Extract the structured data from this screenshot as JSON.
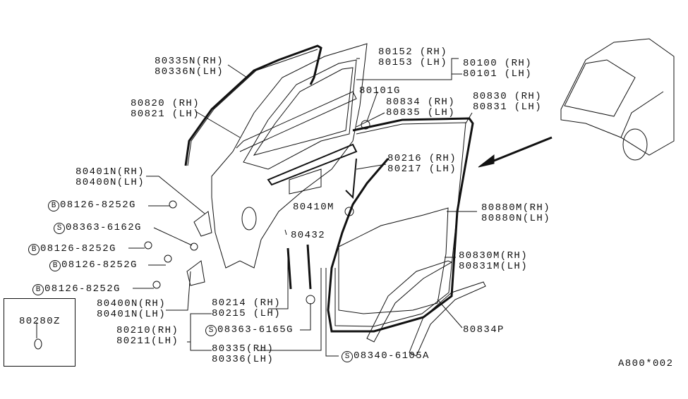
{
  "diagram": {
    "code": "A800*002",
    "callouts": {
      "glass_run_top": [
        "80335N(RH)",
        "80336N(LH)"
      ],
      "sash": [
        "80820 (RH)",
        "80821 (LH)"
      ],
      "upper_hinge": [
        "80401N(RH)",
        "80400N(LH)"
      ],
      "sash_rh_lh": [
        "80152 (RH)",
        "80153 (LH)"
      ],
      "door_assy": [
        "80100 (RH)",
        "80101 (LH)"
      ],
      "clip": "80101G",
      "moulding": [
        "80834 (RH)",
        "80835 (LH)"
      ],
      "weatherstrip": [
        "80830 (RH)",
        "80831 (LH)"
      ],
      "check_link": [
        "80216 (RH)",
        "80217 (LH)"
      ],
      "stopper": "80410M",
      "bracket": "80432",
      "sealing_screen": [
        "80880M(RH)",
        "80880N(LH)"
      ],
      "weatherstrip_lower": [
        "80830M(RH)",
        "80831M(LH)"
      ],
      "lower_hinge": [
        "80400N(RH)",
        "80401N(LH)"
      ],
      "guide": [
        "80214 (RH)",
        "80215 (LH)"
      ],
      "hinge_set": [
        "80210(RH)",
        "80211(LH)"
      ],
      "channel": [
        "80335(RH)",
        "80336(LH)"
      ],
      "protector": "80834P",
      "plug_box": "80280Z"
    },
    "fasteners": [
      {
        "prefix": "B",
        "part": "08126-8252G"
      },
      {
        "prefix": "S",
        "part": "08363-6162G"
      },
      {
        "prefix": "B",
        "part": "08126-8252G"
      },
      {
        "prefix": "B",
        "part": "08126-8252G"
      },
      {
        "prefix": "B",
        "part": "08126-8252G"
      },
      {
        "prefix": "S",
        "part": "08363-6165G"
      },
      {
        "prefix": "S",
        "part": "08340-6105A"
      }
    ]
  }
}
